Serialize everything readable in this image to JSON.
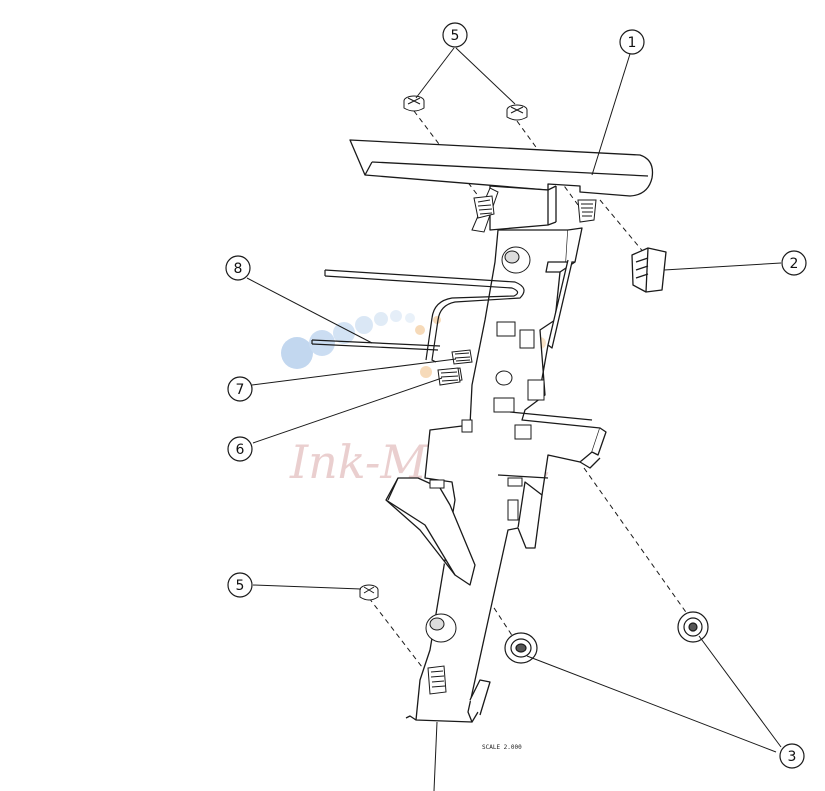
{
  "diagram": {
    "callouts": [
      {
        "id": "c1",
        "label": "1"
      },
      {
        "id": "c2",
        "label": "2"
      },
      {
        "id": "c3",
        "label": "3"
      },
      {
        "id": "c5a",
        "label": "5"
      },
      {
        "id": "c5b",
        "label": "5"
      },
      {
        "id": "c6",
        "label": "6"
      },
      {
        "id": "c7",
        "label": "7"
      },
      {
        "id": "c8",
        "label": "8"
      }
    ],
    "scale_note": "SCALE 2.000",
    "watermark": "Ink-Market",
    "colors": {
      "line": "#1a1a1a",
      "part_fill": "#ffffff",
      "watermark_blue": "#bcd3ee",
      "watermark_orange": "#f6d7b2",
      "watermark_text": "#e8caca"
    }
  }
}
